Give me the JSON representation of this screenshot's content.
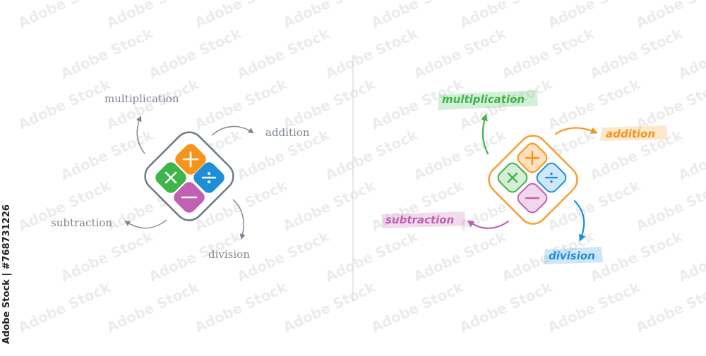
{
  "credit": "Adobe Stock | #768731226",
  "watermark": "Adobe Stock",
  "left_panel": {
    "labels": {
      "multiplication": "multiplication",
      "addition": "addition",
      "subtraction": "subtraction",
      "division": "division"
    },
    "text_color": "#7b8591",
    "outline_color": "#6f7a86"
  },
  "right_panel": {
    "labels": {
      "multiplication": "multiplication",
      "addition": "addition",
      "subtraction": "subtraction",
      "division": "division"
    },
    "outline_color": "#f5a23a"
  },
  "colors": {
    "addition": "#f7941d",
    "division": "#1e8fd6",
    "subtraction": "#c061b3",
    "multiplication": "#3db54a",
    "divider": "#d9d9d9"
  },
  "icons": [
    "plus-icon",
    "divide-icon",
    "minus-icon",
    "times-icon",
    "arrow-icon"
  ]
}
